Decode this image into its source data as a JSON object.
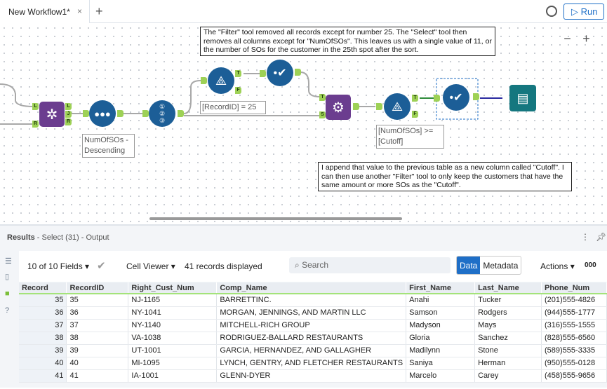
{
  "tabs": [
    {
      "label": "New Workflow1*",
      "close": "×"
    }
  ],
  "new_tab": "+",
  "run_label": "Run",
  "zoom": {
    "out": "−",
    "in": "+"
  },
  "notes": {
    "filter_note": "The \"Filter\" tool removed all records except for number 25. The \"Select\" tool then removes all columns except for \"NumOfSOs\". This leaves us with a single value of 11, or the number of SOs for the customer in the 25th spot after the sort.",
    "append_note": "I append that value to the previous table as a new column called \"Cutoff\". I can then use another \"Filter\" tool to only keep the customers that have the same amount or more SOs as the \"Cutoff\"."
  },
  "tool_labels": {
    "sort": "NumOfSOs - Descending",
    "filter1": "[RecordID] = 25",
    "filter2": "[NumOfSOs] >= [Cutoff]"
  },
  "results": {
    "title": "Results",
    "subtitle": " - Select (31) - Output",
    "fields": "10 of 10 Fields",
    "cell_viewer": "Cell Viewer",
    "records": "41 records displayed",
    "search_placeholder": "Search",
    "data_tab": "Data",
    "metadata_tab": "Metadata",
    "actions": "Actions",
    "more": "000",
    "columns": [
      "Record",
      "RecordID",
      "Right_Cust_Num",
      "Comp_Name",
      "First_Name",
      "Last_Name",
      "Phone_Num"
    ],
    "rows": [
      [
        "35",
        "35",
        "NJ-1165",
        "BARRETTINC.",
        "Anahi",
        "Tucker",
        "(201)555-4826"
      ],
      [
        "36",
        "36",
        "NY-1041",
        "MORGAN, JENNINGS, AND MARTIN LLC",
        "Samson",
        "Rodgers",
        "(944)555-1777"
      ],
      [
        "37",
        "37",
        "NY-1140",
        "MITCHELL-RICH GROUP",
        "Madyson",
        "Mays",
        "(316)555-1555"
      ],
      [
        "38",
        "38",
        "VA-1038",
        "RODRIGUEZ-BALLARD RESTAURANTS",
        "Gloria",
        "Sanchez",
        "(828)555-6560"
      ],
      [
        "39",
        "39",
        "UT-1001",
        "GARCIA, HERNANDEZ, AND GALLAGHER",
        "Madilynn",
        "Stone",
        "(589)555-3335"
      ],
      [
        "40",
        "40",
        "MI-1095",
        "LYNCH, GENTRY, AND FLETCHER RESTAURANTS",
        "Saniya",
        "Herman",
        "(950)555-0128"
      ],
      [
        "41",
        "41",
        "IA-1001",
        "GLENN-DYER",
        "Marcelo",
        "Carey",
        "(458)555-9656"
      ]
    ]
  },
  "colors": {
    "accent": "#1f6fc7",
    "tool_blue": "#1c5e97",
    "tool_purple": "#6b3d8f",
    "anchor_green": "#9ed156"
  }
}
